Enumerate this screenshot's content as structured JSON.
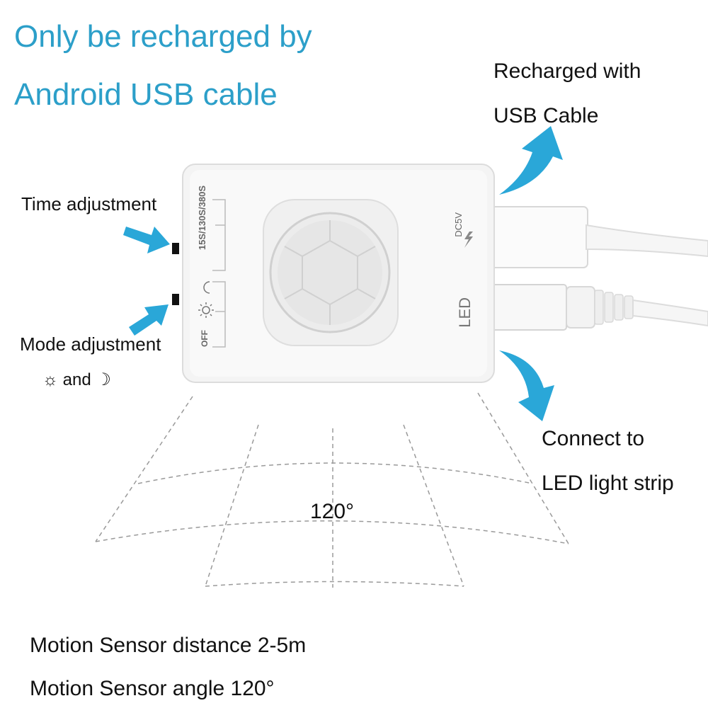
{
  "headline": {
    "line1": "Only be recharged by",
    "line2": "Android USB cable"
  },
  "callouts": {
    "usb_line1": "Recharged with",
    "usb_line2": "USB Cable",
    "time": "Time adjustment",
    "mode": "Mode adjustment",
    "mode_sub": "☼ and ☽",
    "led_line1": "Connect to",
    "led_line2": "LED light strip"
  },
  "device": {
    "time_options": "15S/130S/380S",
    "mode_off": "OFF",
    "port_dc": "DC5V",
    "port_led": "LED"
  },
  "angle_label": "120°",
  "specs": {
    "distance": "Motion Sensor distance 2-5m",
    "angle": "Motion Sensor angle 120°"
  },
  "colors": {
    "accent": "#2c9fc9",
    "arrow": "#2aa7d8",
    "device_body": "#f4f4f4"
  }
}
